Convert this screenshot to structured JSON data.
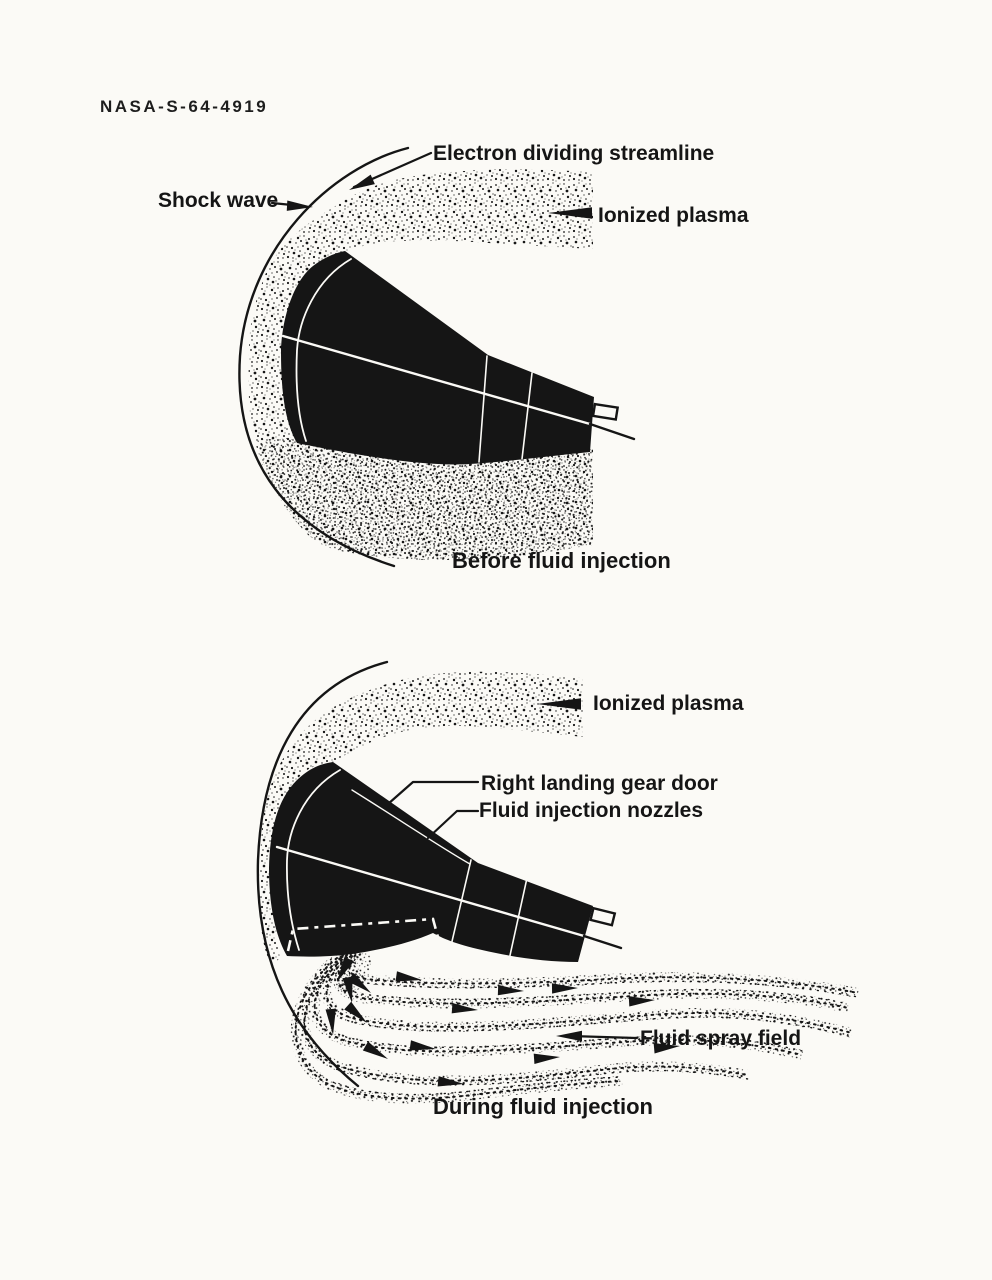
{
  "figure": {
    "id_number": "NASA-S-64-4919"
  },
  "top_diagram": {
    "caption": "Before fluid injection",
    "labels": {
      "electron_streamline": "Electron dividing streamline",
      "shock_wave": "Shock wave",
      "ionized_plasma": "Ionized plasma"
    }
  },
  "bottom_diagram": {
    "caption": "During fluid injection",
    "labels": {
      "ionized_plasma": "Ionized plasma",
      "landing_gear_door": "Right landing gear door",
      "injection_nozzles": "Fluid injection nozzles",
      "spray_field": "Fluid spray field"
    }
  },
  "colors": {
    "ink": "#151515",
    "paper": "#fbfaf6"
  }
}
